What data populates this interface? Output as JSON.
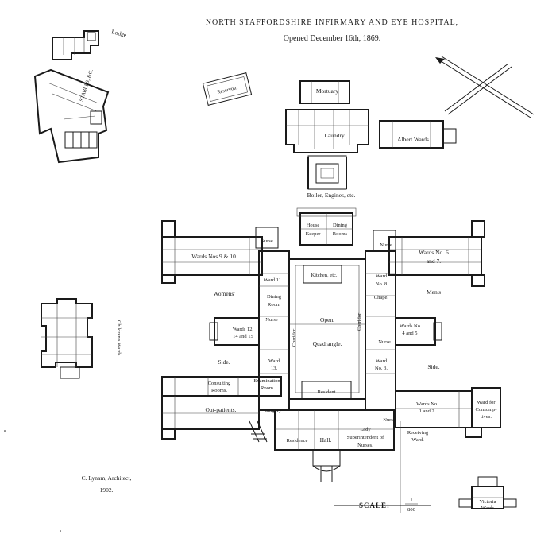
{
  "title": {
    "line1": "NORTH STAFFORDSHIRE INFIRMARY AND EYE HOSPITAL,",
    "line2": "Opened December 16th, 1869."
  },
  "labels": {
    "lodge": "Lodge.",
    "stables": "STABLES, &C.",
    "reservoir": "Reservoir.",
    "mortuary": "Mortuary",
    "laundry": "Laundry",
    "albert_wards": "Albert Wards",
    "boiler": "Boiler, Engines, etc.",
    "house_keeper_1": "House",
    "house_keeper_2": "Keeper",
    "dining_rooms_1": "Dining",
    "dining_rooms_2": "Rooms",
    "nurse_tl": "Nurse",
    "nurse_tr": "Nurse",
    "wards_9_10": "Wards Nos 9 & 10.",
    "wards_6_7_1": "Wards No. 6",
    "wards_6_7_2": "and 7.",
    "kitchen": "Kitchen, etc.",
    "ward_11": "Ward 11",
    "ward_8_1": "Ward",
    "ward_8_2": "No. 8",
    "womens": "Womens'",
    "mens": "Men's",
    "dining_room_1": "Dining",
    "dining_room_2": "Room",
    "chapel": "Chapel",
    "nurse_ml": "Nurse",
    "wards_12_1": "Wards 12,",
    "wards_12_2": "14 and 15",
    "wards_1_5_1": "Wards No",
    "wards_1_5_2": "4 and 5",
    "open": "Open.",
    "corridor_l": "Corridor",
    "corridor_r": "Corridor",
    "quadrangle": "Quadrangle.",
    "nurse_mr": "Nurse",
    "side_l": "Side.",
    "side_r": "Side.",
    "ward_13_1": "Ward",
    "ward_13_2": "13.",
    "ward_no_3_1": "Ward",
    "ward_no_3_2": "No. 3.",
    "consulting_1": "Consulting",
    "consulting_2": "Rooms.",
    "examination_1": "Examination",
    "examination_2": "Room",
    "resident": "Resident",
    "wards_1_2_1": "Wards No.",
    "wards_1_2_2": "1 and 2.",
    "ward_for_1": "Ward for",
    "ward_for_2": "Consump-",
    "ward_for_3": "tives.",
    "outpatients": "Out-patients.",
    "surgery": "Surgery",
    "nurse_br": "Nurse",
    "residence": "Residence",
    "hall": "Hall.",
    "lady_1": "Lady",
    "lady_2": "Superintendent of",
    "lady_3": "Nurses.",
    "receiving_1": "Receiving",
    "receiving_2": "Ward.",
    "childrens": "Children's Wards.",
    "architect": "C. Lynam, Architect,",
    "year": "1902.",
    "scale": "SCALE:",
    "scale_num": "1",
    "scale_den": "800",
    "victoria_1": "Victoria",
    "victoria_2": "Wards"
  }
}
